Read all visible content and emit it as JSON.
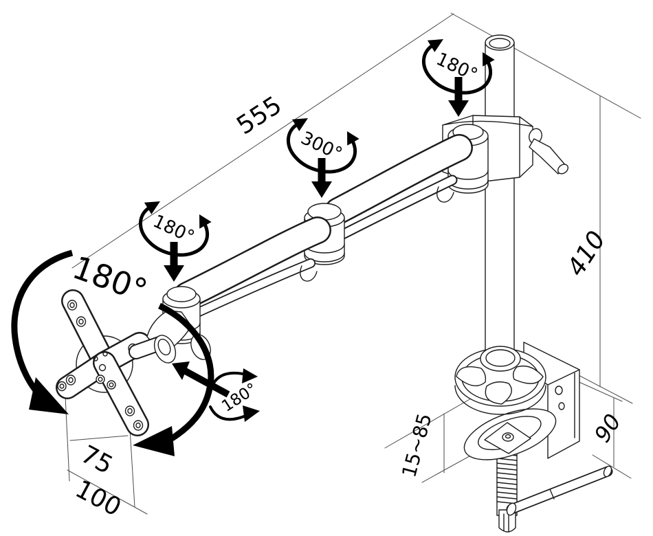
{
  "diagram": {
    "dimensions": {
      "arm_reach": "555",
      "pole_height": "410",
      "clamp_height": "90",
      "desk_thickness": "15~85",
      "vesa_75": "75",
      "vesa_100": "100"
    },
    "rotations": {
      "pole_swivel": "180°",
      "mid_joint_swivel": "300°",
      "front_joint_swivel": "180°",
      "monitor_rotation": "180°",
      "tilt": "180°"
    },
    "colors": {
      "ink": "#1c1c1c",
      "background": "#ffffff"
    }
  }
}
